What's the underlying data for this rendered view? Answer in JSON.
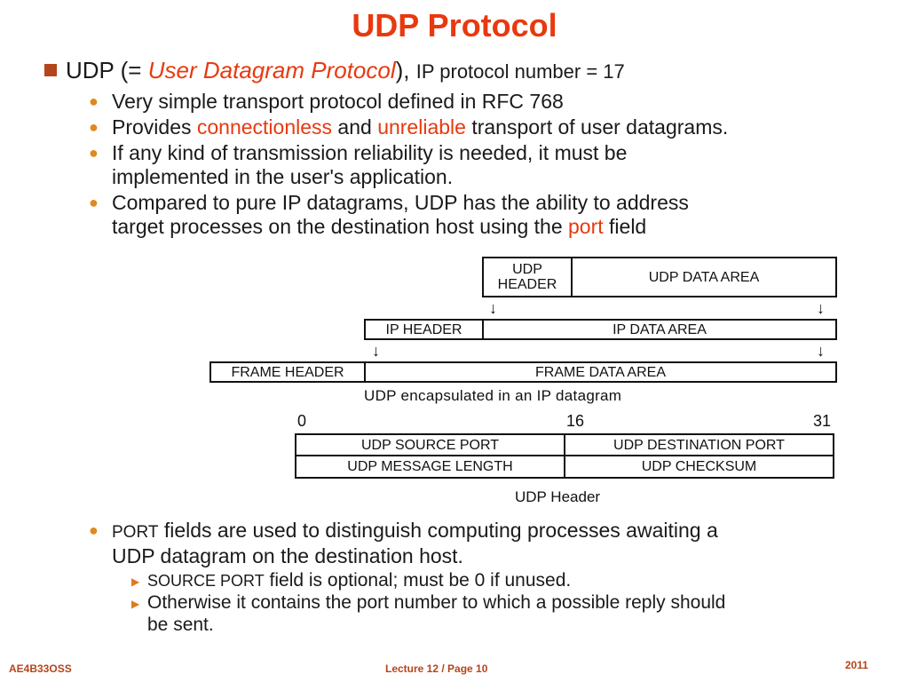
{
  "title": "UDP Protocol",
  "intro": {
    "udp": "UDP (=",
    "expansion": "User Datagram Protocol",
    "close": "),",
    "proto_number": "IP protocol number = 17"
  },
  "bullets": {
    "b1": "Very simple transport protocol defined in RFC 768",
    "b2_pre": "Provides",
    "b2_red1": "connectionless",
    "b2_and": "and",
    "b2_red2": "unreliable",
    "b2_post": "transport of user datagrams.",
    "b3_line1": "If any kind of transmission reliability is needed, it must be",
    "b3_line2": "implemented in the user's application.",
    "b4_line1": "Compared to pure IP datagrams, UDP has the ability to address",
    "b4_line2_pre": "target processes on the destination host using the",
    "b4_red": "port",
    "b4_post": "field"
  },
  "encap": {
    "udp_header_line1": "UDP",
    "udp_header_line2": "HEADER",
    "udp_data": "UDP DATA AREA",
    "ip_header": "IP HEADER",
    "ip_data": "IP DATA AREA",
    "frame_header": "FRAME HEADER",
    "frame_data": "FRAME DATA AREA",
    "arrow": "↓",
    "caption": "UDP encapsulated in an IP datagram"
  },
  "udp_header": {
    "bit0": "0",
    "bit16": "16",
    "bit31": "31",
    "source_port": "UDP SOURCE PORT",
    "dest_port": "UDP DESTINATION PORT",
    "length": "UDP MESSAGE LENGTH",
    "checksum": "UDP CHECKSUM",
    "caption": "UDP Header"
  },
  "port_section": {
    "b_small": "PORT",
    "b_rest": "fields are used to distinguish computing processes awaiting a",
    "b_line2": "UDP datagram on the destination host.",
    "s1_small": "SOURCE PORT",
    "s1_rest": "field is optional; must be 0 if unused.",
    "s2_line1": "Otherwise it contains the port number to which a possible reply should",
    "s2_line2": "be sent."
  },
  "footer": {
    "left": "AE4B33OSS",
    "mid": "Lecture 12 / Page 10",
    "right": "2011"
  },
  "colors": {
    "accent": "#e8390e",
    "bullet": "#e0891f",
    "square": "#b5451b"
  }
}
